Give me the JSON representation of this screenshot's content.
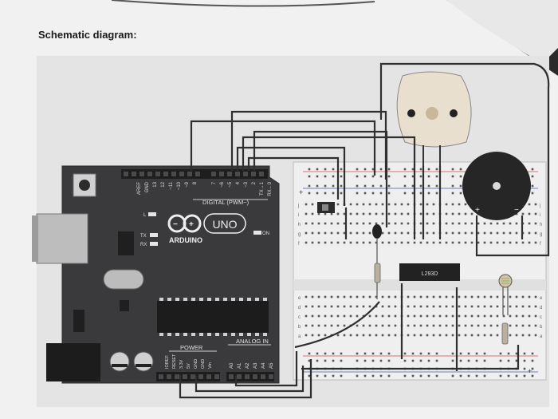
{
  "document": {
    "heading": "Schematic diagram:"
  },
  "arduino": {
    "brand": "ARDUINO",
    "model": "UNO",
    "digital_label": "DIGITAL (PWM~)",
    "power_label": "POWER",
    "analog_label": "ANALOG IN",
    "tx_label": "TX",
    "rx_label": "RX",
    "l_label": "L",
    "on_label": "ON",
    "top_pins": [
      "AREF",
      "GND",
      "13",
      "12",
      "~11",
      "~10",
      "~9",
      "8",
      "7",
      "~6",
      "~5",
      "4",
      "~3",
      "2",
      "TX→1",
      "RX←0"
    ],
    "power_pins": [
      "IOREF",
      "RESET",
      "3.3V",
      "5V",
      "GND",
      "GND",
      "Vin"
    ],
    "analog_pins": [
      "A0",
      "A1",
      "A2",
      "A3",
      "A4",
      "A5"
    ]
  },
  "breadboard": {
    "chip_label": "L293D",
    "rail_plus": "+",
    "rail_minus": "−",
    "row_letters_top": [
      "j",
      "i",
      "h",
      "g",
      "f"
    ],
    "row_letters_bottom": [
      "e",
      "d",
      "c",
      "b",
      "a"
    ]
  },
  "buzzer": {
    "plus": "+",
    "minus": "−"
  },
  "colors": {
    "board": "#3a3a3c",
    "wire": "#2f2f2f",
    "paper": "#f2f2f2",
    "breadboard": "#ebebeb",
    "chip": "#222222"
  }
}
